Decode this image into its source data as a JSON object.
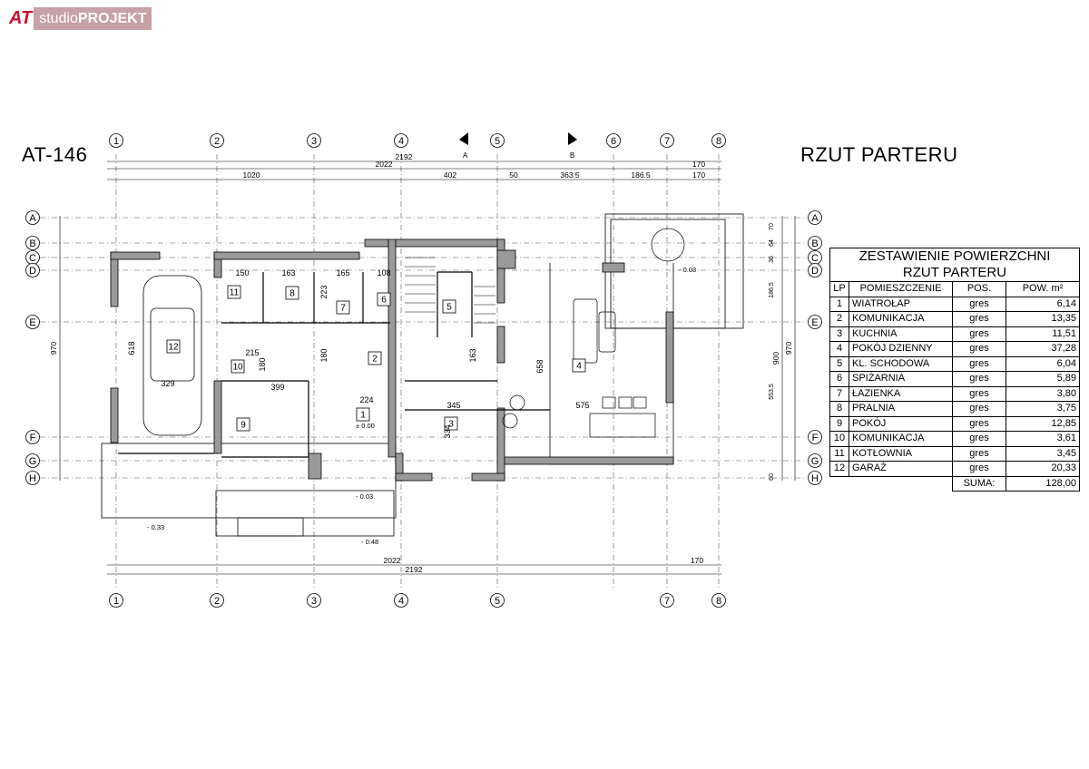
{
  "logo": {
    "mark": "AT",
    "studio": "studio",
    "projekt": "PROJEKT"
  },
  "project_code": "AT-146",
  "plan_title": "RZUT PARTERU",
  "axes": {
    "columns": [
      "1",
      "2",
      "3",
      "4",
      "5",
      "6",
      "7",
      "8"
    ],
    "rows": [
      "A",
      "B",
      "C",
      "D",
      "E",
      "F",
      "G",
      "H"
    ]
  },
  "section_marks": [
    "A",
    "B"
  ],
  "dimensions": {
    "top_total": "2192",
    "top_sub": [
      "2022",
      "170"
    ],
    "top_segments": [
      "1020",
      "402",
      "50",
      "363.5",
      "186.5",
      "170"
    ],
    "bottom_total": "2192",
    "bottom_sub": [
      "2022",
      "170"
    ],
    "left_depth": "970",
    "right_depth_a": "900",
    "right_depth_b": "970",
    "right_segments": [
      "70",
      "64",
      "36",
      "186.5",
      "553.5",
      "60"
    ]
  },
  "room_numbers": [
    "1",
    "2",
    "3",
    "4",
    "5",
    "6",
    "7",
    "8",
    "9",
    "10",
    "11",
    "12"
  ],
  "interior_dims": [
    "150",
    "163",
    "165",
    "108",
    "223",
    "215",
    "180",
    "180",
    "224",
    "399",
    "329",
    "345",
    "334",
    "163",
    "658",
    "575",
    "618"
  ],
  "level_marks": [
    "± 0.00",
    "- 0.03",
    "- 0.33",
    "- 0.48",
    "- 0.03"
  ],
  "table": {
    "title_line1": "ZESTAWIENIE POWIERZCHNI",
    "title_line2": "RZUT PARTERU",
    "headers": {
      "lp": "LP",
      "name": "POMIESZCZENIE",
      "pos": "POS.",
      "area": "POW. m²"
    },
    "rows": [
      {
        "lp": "1",
        "name": "WIATROŁAP",
        "pos": "gres",
        "area": "6,14"
      },
      {
        "lp": "2",
        "name": "KOMUNIKACJA",
        "pos": "gres",
        "area": "13,35"
      },
      {
        "lp": "3",
        "name": "KUCHNIA",
        "pos": "gres",
        "area": "11,51"
      },
      {
        "lp": "4",
        "name": "POKÓJ DZIENNY",
        "pos": "gres",
        "area": "37,28"
      },
      {
        "lp": "5",
        "name": "KL. SCHODOWA",
        "pos": "gres",
        "area": "6,04"
      },
      {
        "lp": "6",
        "name": "SPIŻARNIA",
        "pos": "gres",
        "area": "5,89"
      },
      {
        "lp": "7",
        "name": "ŁAZIENKA",
        "pos": "gres",
        "area": "3,80"
      },
      {
        "lp": "8",
        "name": "PRALNIA",
        "pos": "gres",
        "area": "3,75"
      },
      {
        "lp": "9",
        "name": "POKÓJ",
        "pos": "gres",
        "area": "12,85"
      },
      {
        "lp": "10",
        "name": "KOMUNIKACJA",
        "pos": "gres",
        "area": "3,61"
      },
      {
        "lp": "11",
        "name": "KOTŁOWNIA",
        "pos": "gres",
        "area": "3,45"
      },
      {
        "lp": "12",
        "name": "GARAŻ",
        "pos": "gres",
        "area": "20,33"
      }
    ],
    "sum_label": "SUMA:",
    "sum_value": "128,00"
  }
}
